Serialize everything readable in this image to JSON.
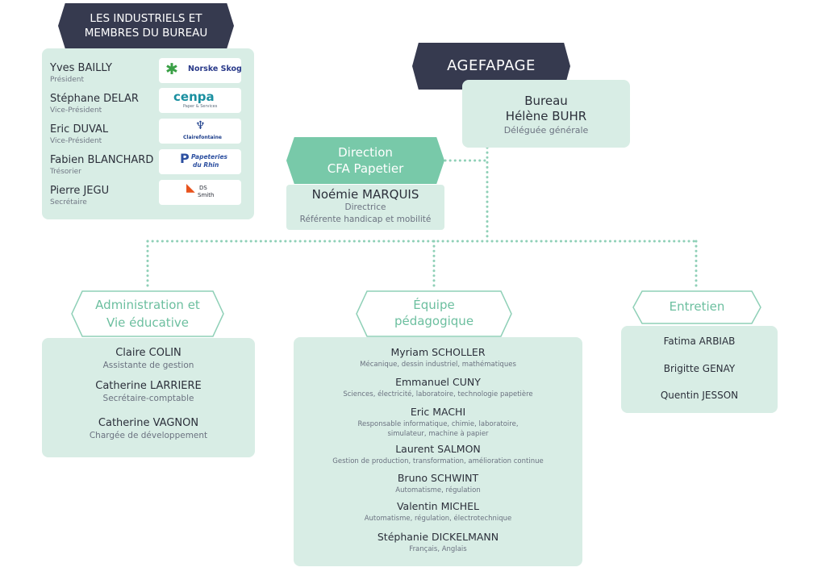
{
  "board": {
    "title_line1": "LES INDUSTRIELS ET",
    "title_line2": "MEMBRES DU BUREAU",
    "members": [
      {
        "name": "Yves BAILLY",
        "role": "Président",
        "logo": "Norske Skog"
      },
      {
        "name": "Stéphane DELAR",
        "role": "Vice-Président",
        "logo": "cenpa",
        "logo_sub": "Paper & Services"
      },
      {
        "name": "Eric DUVAL",
        "role": "Vice-Président",
        "logo": "Clairefontaine"
      },
      {
        "name": "Fabien BLANCHARD",
        "role": "Trésorier",
        "logo": "Papeteries",
        "logo_sub": "du Rhin"
      },
      {
        "name": "Pierre JEGU",
        "role": "Secrétaire",
        "logo": "DS",
        "logo_sub": "Smith"
      }
    ]
  },
  "agefapage": {
    "title": "AGEFAPAGE",
    "line1": "Bureau",
    "name": "Hélène BUHR",
    "role": "Déléguée générale"
  },
  "direction": {
    "title_line1": "Direction",
    "title_line2": "CFA Papetier",
    "name": "Noémie MARQUIS",
    "role1": "Directrice",
    "role2": "Référente handicap et mobilité"
  },
  "admin": {
    "title_line1": "Administration et",
    "title_line2": "Vie éducative",
    "people": [
      {
        "name": "Claire COLIN",
        "role": "Assistante de gestion"
      },
      {
        "name": "Catherine LARRIERE",
        "role": "Secrétaire-comptable"
      },
      {
        "name": "Catherine VAGNON",
        "role": "Chargée de développement"
      }
    ]
  },
  "equipe": {
    "title_line1": "Équipe",
    "title_line2": "pédagogique",
    "people": [
      {
        "name": "Myriam SCHOLLER",
        "role": "Mécanique, dessin industriel, mathématiques"
      },
      {
        "name": "Emmanuel CUNY",
        "role": "Sciences, électricité, laboratoire, technologie papetière"
      },
      {
        "name": "Eric MACHI",
        "role": "Responsable informatique, chimie, laboratoire,",
        "role2": "simulateur, machine à papier"
      },
      {
        "name": "Laurent SALMON",
        "role": "Gestion de production, transformation, amélioration continue"
      },
      {
        "name": "Bruno SCHWINT",
        "role": "Automatisme, régulation"
      },
      {
        "name": "Valentin MICHEL",
        "role": "Automatisme, régulation, électrotechnique"
      },
      {
        "name": "Stéphanie DICKELMANN",
        "role": "Français, Anglais"
      }
    ]
  },
  "entretien": {
    "title": "Entretien",
    "people": [
      "Fatima ARBIAB",
      "Brigitte GENAY",
      "Quentin JESSON"
    ]
  },
  "colors": {
    "dark": "#363a4f",
    "accent_green": "#78c9a9",
    "panel": "#d8ede5"
  }
}
